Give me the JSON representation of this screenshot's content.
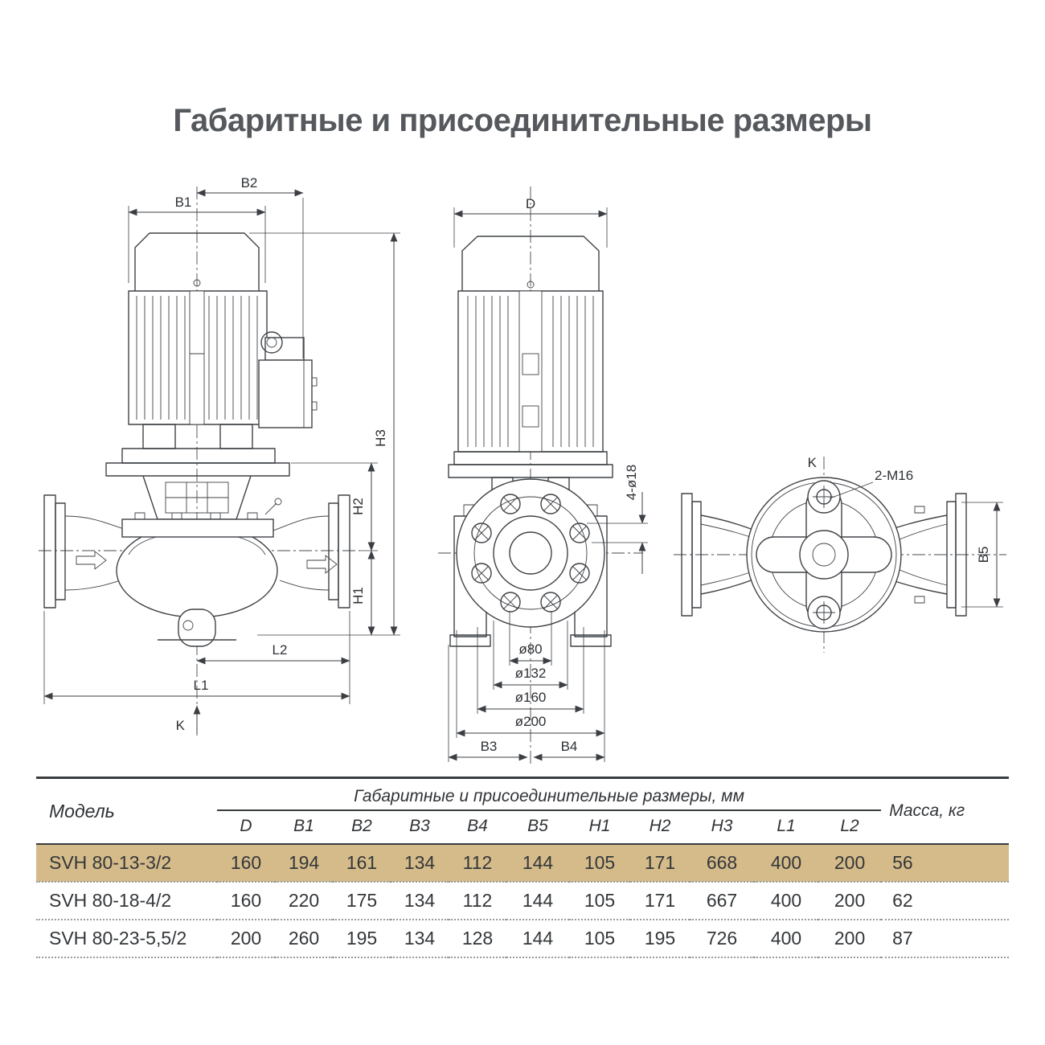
{
  "title": "Габаритные и присоединительные размеры",
  "colors": {
    "highlight_row": "#d5bb8a",
    "line": "#3f4246",
    "title_text": "#55585c"
  },
  "drawings": {
    "side_view": {
      "b1": "B1",
      "b2": "B2",
      "h1": "H1",
      "h2": "H2",
      "h3": "H3",
      "l1": "L1",
      "l2": "L2",
      "k": "K"
    },
    "front_view": {
      "d": "D",
      "holes": "4-ø18",
      "dia80": "ø80",
      "dia132": "ø132",
      "dia160": "ø160",
      "dia200": "ø200",
      "b3": "B3",
      "b4": "B4"
    },
    "top_view": {
      "k": "K",
      "bolts": "2-M16",
      "b5": "B5"
    }
  },
  "table": {
    "model_header": "Модель",
    "group_header": "Габаритные и присоединительные размеры, мм",
    "mass_header": "Масса, кг",
    "columns": [
      "D",
      "B1",
      "B2",
      "B3",
      "B4",
      "B5",
      "H1",
      "H2",
      "H3",
      "L1",
      "L2"
    ],
    "rows": [
      {
        "model": "SVH 80-13-3/2",
        "values": [
          160,
          194,
          161,
          134,
          112,
          144,
          105,
          171,
          668,
          400,
          200
        ],
        "mass": 56,
        "highlighted": true
      },
      {
        "model": "SVH 80-18-4/2",
        "values": [
          160,
          220,
          175,
          134,
          112,
          144,
          105,
          171,
          667,
          400,
          200
        ],
        "mass": 62,
        "highlighted": false
      },
      {
        "model": "SVH 80-23-5,5/2",
        "values": [
          200,
          260,
          195,
          134,
          128,
          144,
          105,
          195,
          726,
          400,
          200
        ],
        "mass": 87,
        "highlighted": false
      }
    ]
  }
}
